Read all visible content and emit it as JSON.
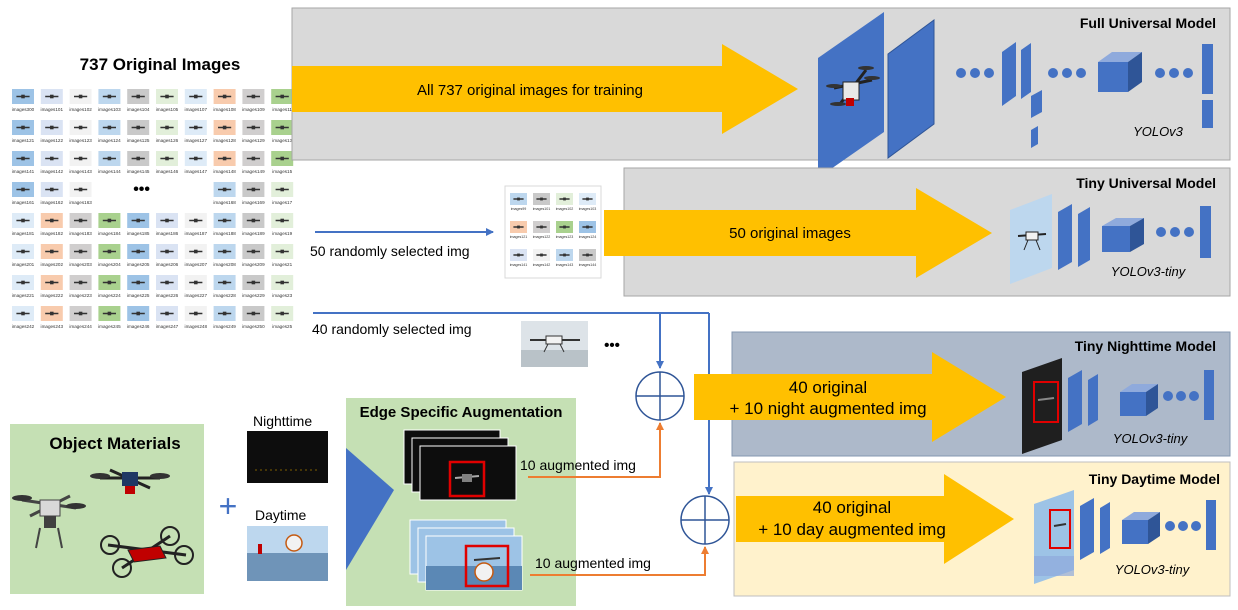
{
  "source": {
    "title": "737 Original Images",
    "thumb_labels": [
      [
        "images300",
        "images101",
        "images102",
        "images103",
        "images104",
        "images105",
        "images107",
        "images108",
        "images109",
        "images11"
      ],
      [
        "images121",
        "images122",
        "images123",
        "images124",
        "images125",
        "images126",
        "images127",
        "images128",
        "images129",
        "images13"
      ],
      [
        "images141",
        "images142",
        "images143",
        "images144",
        "images145",
        "images146",
        "images147",
        "images148",
        "images149",
        "images15"
      ],
      [
        "images161",
        "images162",
        "images163",
        "",
        "",
        "",
        "",
        "images168",
        "images169",
        "images17"
      ],
      [
        "images181",
        "images182",
        "images183",
        "images184",
        "images185",
        "images186",
        "images187",
        "images188",
        "images189",
        "images19"
      ],
      [
        "images201",
        "images202",
        "images203",
        "images204",
        "images205",
        "images206",
        "images207",
        "images208",
        "images209",
        "images21"
      ],
      [
        "images221",
        "images222",
        "images223",
        "images224",
        "images225",
        "images226",
        "images227",
        "images228",
        "images229",
        "images23"
      ],
      [
        "images242",
        "images243",
        "images244",
        "images245",
        "images246",
        "images247",
        "images248",
        "images249",
        "images250",
        "images25"
      ]
    ],
    "ellipsis": "•••"
  },
  "full_model": {
    "title": "Full Universal Model",
    "arrow_label": "All 737 original images for training",
    "network": "YOLOv3"
  },
  "tiny_universal": {
    "title": "Tiny Universal Model",
    "arrow_label": "50 original images",
    "network": "YOLOv3-tiny",
    "input_label": "50 randomly selected img",
    "sample_labels": [
      "images99",
      "images101",
      "images102",
      "images103",
      "images121",
      "images122",
      "images123",
      "images124",
      "images141",
      "images142",
      "images143",
      "images144"
    ]
  },
  "forty_label": "40 randomly selected img",
  "forty_ellipsis": "•••",
  "night_model": {
    "title": "Tiny Nighttime Model",
    "arrow_line1": "40 original",
    "arrow_line2": "+ 10 night augmented img",
    "network": "YOLOv3-tiny"
  },
  "day_model": {
    "title": "Tiny Daytime Model",
    "arrow_line1": "40 original",
    "arrow_line2": "+ 10 day augmented img",
    "network": "YOLOv3-tiny"
  },
  "materials": {
    "title": "Object Materials"
  },
  "plus": "+",
  "backgrounds": {
    "night": "Nighttime",
    "day": "Daytime"
  },
  "augmentation": {
    "title": "Edge Specific Augmentation",
    "night_output": "10 augmented img",
    "day_output": "10 augmented img"
  },
  "colors": {
    "gray_panel": "#d9d9d9",
    "night_panel": "#adb9ca",
    "day_panel": "#fff2cc",
    "green_panel": "#c5e0b4",
    "arrow_orange": "#ffc000",
    "layer_blue": "#4472c4",
    "connector_blue": "#4472c4",
    "connector_orange": "#ed7d31"
  }
}
